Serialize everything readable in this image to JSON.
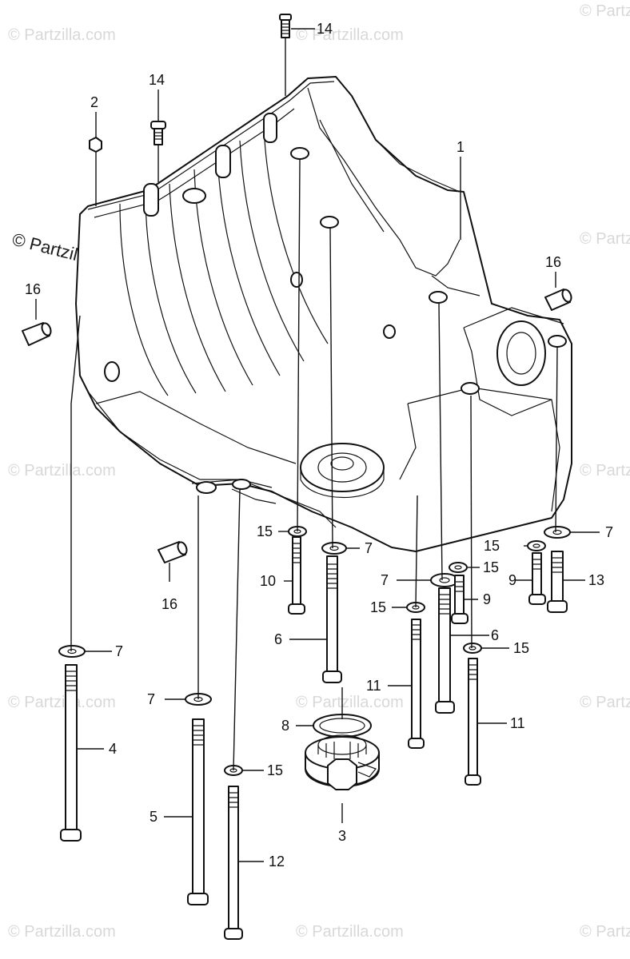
{
  "watermark": {
    "tiled_text": "© Partzilla.com",
    "main_text": "© Partzilla.com"
  },
  "callouts": [
    {
      "label": "14"
    },
    {
      "label": "14"
    },
    {
      "label": "2"
    },
    {
      "label": "1"
    },
    {
      "label": "16"
    },
    {
      "label": "16"
    },
    {
      "label": "16"
    },
    {
      "label": "15"
    },
    {
      "label": "7"
    },
    {
      "label": "10"
    },
    {
      "label": "15"
    },
    {
      "label": "7"
    },
    {
      "label": "15"
    },
    {
      "label": "7"
    },
    {
      "label": "9"
    },
    {
      "label": "13"
    },
    {
      "label": "9"
    },
    {
      "label": "15"
    },
    {
      "label": "6"
    },
    {
      "label": "6"
    },
    {
      "label": "15"
    },
    {
      "label": "7"
    },
    {
      "label": "11"
    },
    {
      "label": "11"
    },
    {
      "label": "7"
    },
    {
      "label": "8"
    },
    {
      "label": "15"
    },
    {
      "label": "4"
    },
    {
      "label": "5"
    },
    {
      "label": "12"
    },
    {
      "label": "3"
    }
  ]
}
